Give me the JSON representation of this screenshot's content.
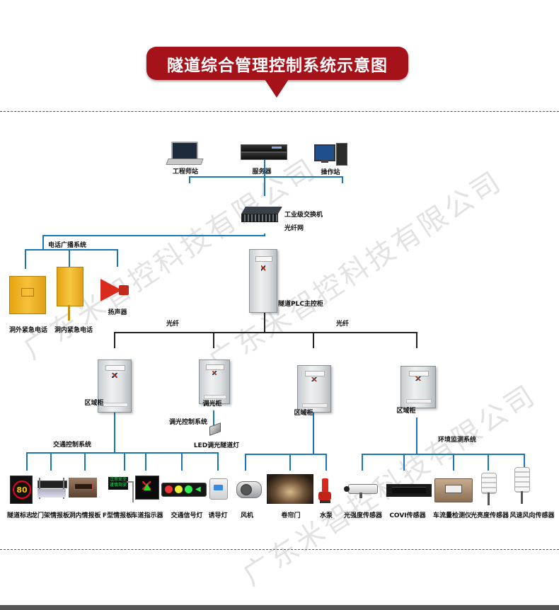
{
  "title": "隧道综合管理控制系统示意图",
  "watermark": "广东米智控科技有限公司",
  "labels": {
    "engineer_station": "工程师站",
    "server": "服务器",
    "operator_station": "操作站",
    "industrial_switch": "工业级交换机",
    "fiber_net": "光纤网",
    "phone_broadcast": "电话广播系统",
    "outside_phone": "洞外紧急电话",
    "inside_phone": "洞内紧急电话",
    "speaker": "扬声器",
    "plc_cabinet": "隧道PLC主控柜",
    "fiber_left": "光纤",
    "fiber_right": "光纤",
    "zone_cabinet_1": "区域柜",
    "dimming_cabinet": "调光柜",
    "zone_cabinet_2": "区域柜",
    "zone_cabinet_3": "区域柜",
    "dimming_system": "调光控制系统",
    "led_light": "LED调光隧道灯",
    "traffic_system": "交通控制系统",
    "env_system": "环境监测系统",
    "speed_sign": "隧道标志",
    "gantry_board": "龙门架情报板",
    "tunnel_board": "洞内情报板",
    "f_board": "F型情报板",
    "lane_indicator": "车道指示器",
    "traffic_light": "交通信号灯",
    "guide_light": "诱导灯",
    "fan": "风机",
    "roller_door": "卷帘门",
    "pump": "水泵",
    "light_sensor": "光强度传感器",
    "covi_sensor": "COVI传感器",
    "flow_detector": "车流量检测仪",
    "brightness_sensor": "光亮度传感器",
    "wind_sensor": "风速风向传感器"
  },
  "speed_sign_value": "80",
  "f_board_text_1": "注意安全",
  "f_board_text_2": "谨慎驾驶",
  "colors": {
    "banner": "#a5121a",
    "wire": "#1a76b8",
    "wire_dark": "#222222"
  }
}
